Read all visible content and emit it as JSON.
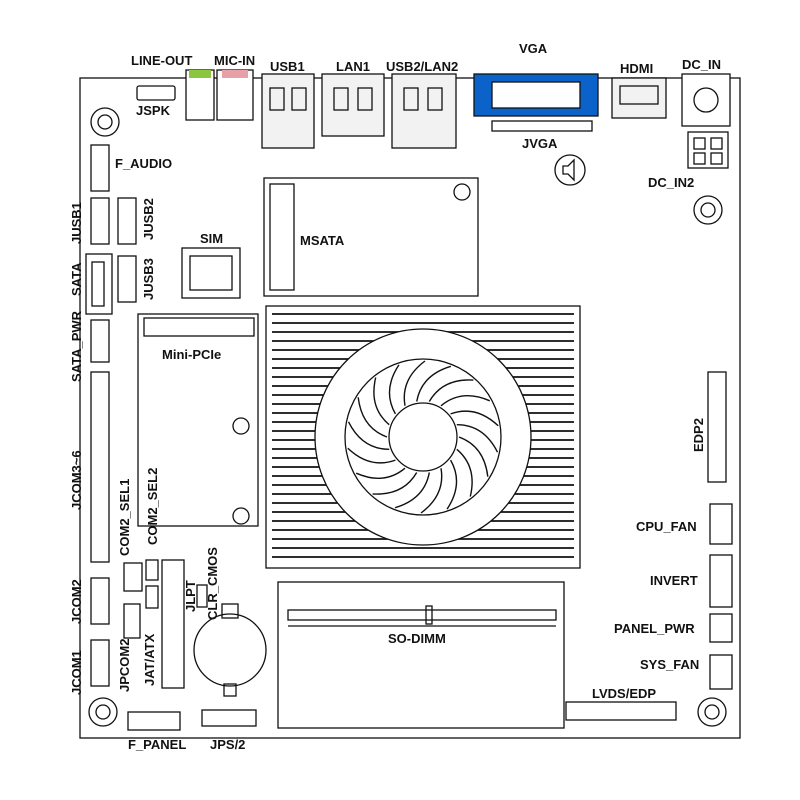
{
  "labels": {
    "line_out": "LINE-OUT",
    "mic_in": "MIC-IN",
    "usb1": "USB1",
    "lan1": "LAN1",
    "usb2_lan2": "USB2/LAN2",
    "vga": "VGA",
    "hdmi": "HDMI",
    "dc_in": "DC_IN",
    "jspk": "JSPK",
    "jvga": "JVGA",
    "dc_in2": "DC_IN2",
    "f_audio": "F_AUDIO",
    "jusb1": "JUSB1",
    "jusb2": "JUSB2",
    "jusb3": "JUSB3",
    "sata": "SATA",
    "sim": "SIM",
    "msata": "MSATA",
    "sata_pwr": "SATA_PWR",
    "mini_pcie": "Mini-PCIe",
    "jcom3_6": "JCOM3~6",
    "com2_sel1": "COM2_SEL1",
    "com2_sel2": "COM2_SEL2",
    "jlpt": "JLPT",
    "clr_cmos": "CLR_CMOS",
    "edp2": "EDP2",
    "cpu_fan": "CPU_FAN",
    "invert": "INVERT",
    "panel_pwr": "PANEL_PWR",
    "sys_fan": "SYS_FAN",
    "lvds_edp": "LVDS/EDP",
    "so_dimm": "SO-DIMM",
    "jcom2": "JCOM2",
    "jcom1": "JCOM1",
    "jpcom2": "JPCOM2",
    "jat_atx": "JAT/ATX",
    "f_panel": "F_PANEL",
    "jps2": "JPS/2"
  },
  "colors": {
    "board_outline": "#111111",
    "vga_port": "#0b63c9",
    "line_out_jack": "#8cc63f",
    "mic_in_jack": "#e8a0a8",
    "component_fill": "#ffffff",
    "port_fill": "#f2f2f2"
  }
}
